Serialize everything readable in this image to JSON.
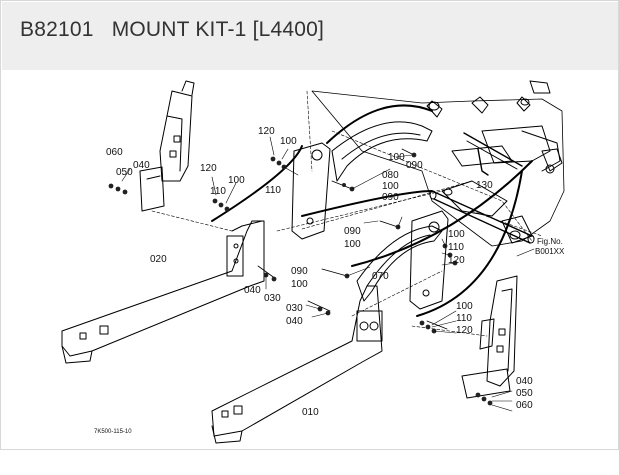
{
  "title": "B82101   MOUNT KIT-1 [L4400]",
  "callouts": {
    "c010": "010",
    "c020": "020",
    "c030a": "030",
    "c030b": "030",
    "c040a": "040",
    "c040b": "040",
    "c040c": "040",
    "c040d": "040",
    "c050a": "050",
    "c050b": "050",
    "c060a": "060",
    "c060b": "060",
    "c070": "070",
    "c080": "080",
    "c090a": "090",
    "c090b": "090",
    "c090c": "090",
    "c090d": "090",
    "c100a": "100",
    "c100b": "100",
    "c100c": "100",
    "c100d": "100",
    "c100e": "100",
    "c100f": "100",
    "c100g": "100",
    "c110a": "110",
    "c110b": "110",
    "c110c": "110",
    "c110d": "110",
    "c120a": "120",
    "c120b": "120",
    "c120c": "120",
    "c120d": "120",
    "c130": "130"
  },
  "fig_ref": {
    "line1": "Fig.No.",
    "line2": "B001XX"
  },
  "drawing_code": "7K500-115-10"
}
